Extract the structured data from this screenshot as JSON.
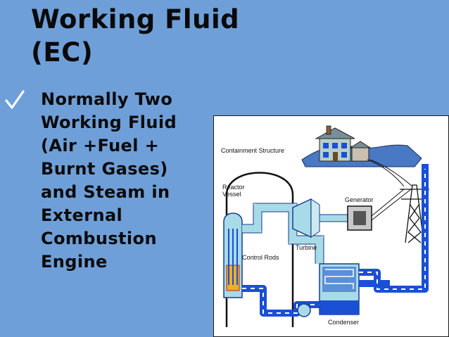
{
  "slide": {
    "title_line1": "Working Fluid",
    "title_line2": "(EC)",
    "bullet": "Normally Two\nWorking Fluid\n(Air +Fuel +\nBurnt Gases)\nand Steam in\nExternal\nCombustion\nEngine",
    "bullet_icon": "checkmark-icon"
  },
  "diagram": {
    "labels": {
      "containment": "Containment Structure",
      "reactor1": "Reactor",
      "reactor2": "Vessel",
      "generator": "Generator",
      "control_rods": "Control Rods",
      "turbine": "Turbine",
      "condenser": "Condenser"
    }
  },
  "colors": {
    "background": "#6f9fd8",
    "text": "#0a0a0a",
    "check": "#ffffff",
    "pipe_light": "#a7dbe8",
    "pipe_dark": "#1a4fd6",
    "water": "#4a79c4",
    "reactor_core": "#f0b020"
  }
}
